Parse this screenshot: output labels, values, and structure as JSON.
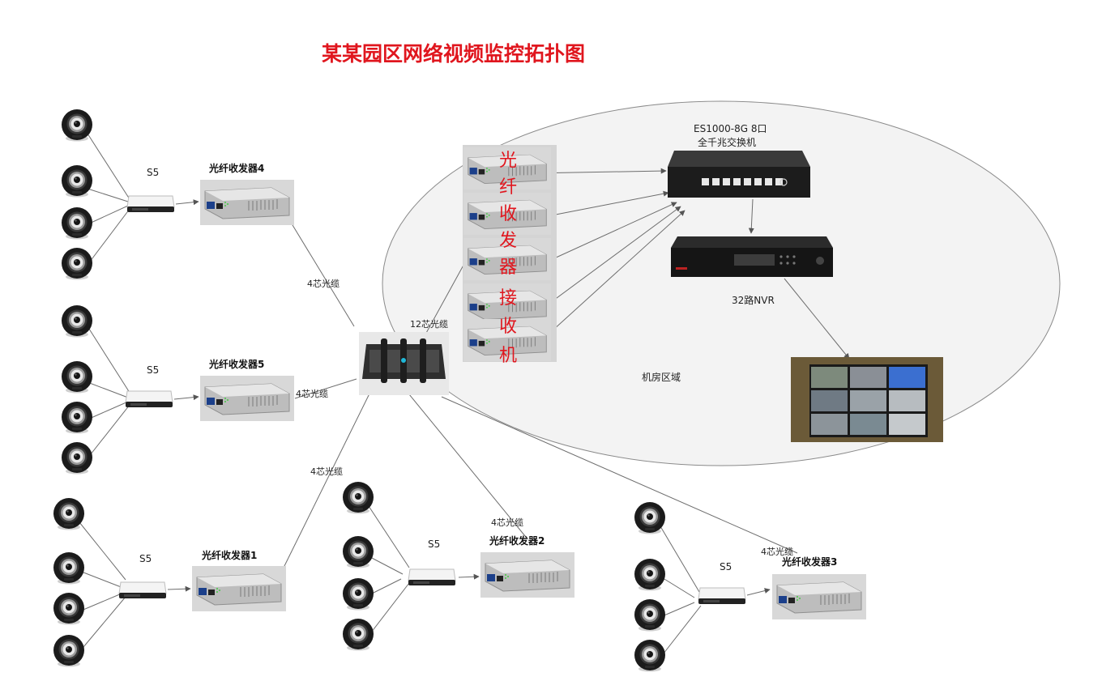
{
  "title": "某某园区网络视频监控拓扑图",
  "server_room": {
    "label": "机房区域",
    "switch_label_1": "ES1000-8G 8口",
    "switch_label_2": "全千兆交换机",
    "nvr_label": "32路NVR",
    "receiver_label": [
      "光",
      "纤",
      "收",
      "发",
      "器",
      "接",
      "收",
      "机"
    ],
    "receivers_count": 5
  },
  "groups": [
    {
      "id": "4",
      "s5_label": "S5",
      "transceiver_label": "光纤收发器4",
      "cable_label": "4芯光缆"
    },
    {
      "id": "5",
      "s5_label": "S5",
      "transceiver_label": "光纤收发器5",
      "cable_label": "4芯光缆"
    },
    {
      "id": "1",
      "s5_label": "S5",
      "transceiver_label": "光纤收发器1",
      "cable_label": "4芯光缆"
    },
    {
      "id": "2",
      "s5_label": "S5",
      "transceiver_label": "光纤收发器2",
      "cable_label": "4芯光缆"
    },
    {
      "id": "3",
      "s5_label": "S5",
      "transceiver_label": "光纤收发器3",
      "cable_label": "4芯光缆"
    }
  ],
  "splice_cable_label": "12芯光缆",
  "cameras_per_group": 4,
  "colors": {
    "title": "#e0161e",
    "receiver_text": "#e0161e",
    "wire": "#6d6d6d",
    "ellipse_fill": "#f3f3f3"
  }
}
